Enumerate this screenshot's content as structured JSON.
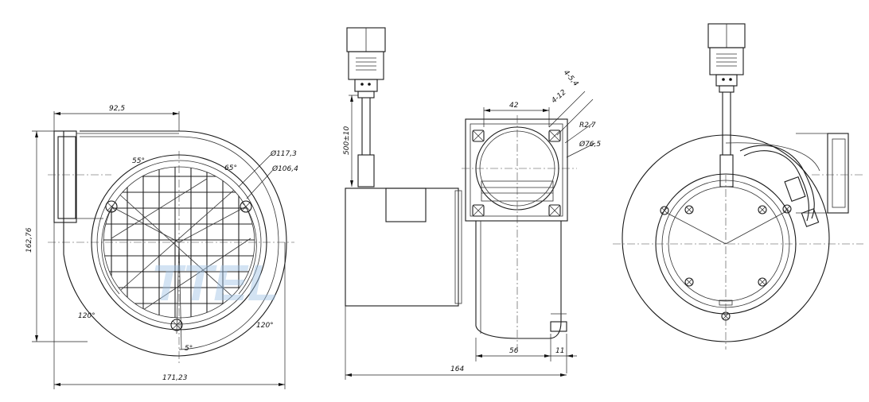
{
  "front_view": {
    "dim_width_top": "92,5",
    "dim_height": "162,76",
    "dim_width_bottom": "171,23",
    "dim_outer_diameter": "Ø117,3",
    "dim_inner_diameter": "Ø106,4",
    "angle_left_top": "55°",
    "angle_right_top": "65°",
    "angle_left_bottom": "120°",
    "angle_right_bottom": "120°",
    "angle_bottom": "5°"
  },
  "side_view": {
    "dim_cable_length": "500±10",
    "dim_flange": "42",
    "dim_holes": "4-5,4",
    "dim_hole_spacing": "4-12",
    "dim_radius": "R2,7",
    "dim_outlet_diameter": "Ø76,5",
    "dim_motor_length": "56",
    "dim_terminal": "11",
    "dim_total_length": "164"
  },
  "watermark": {
    "text": "TTEL",
    "color": "#9ec3e6"
  }
}
